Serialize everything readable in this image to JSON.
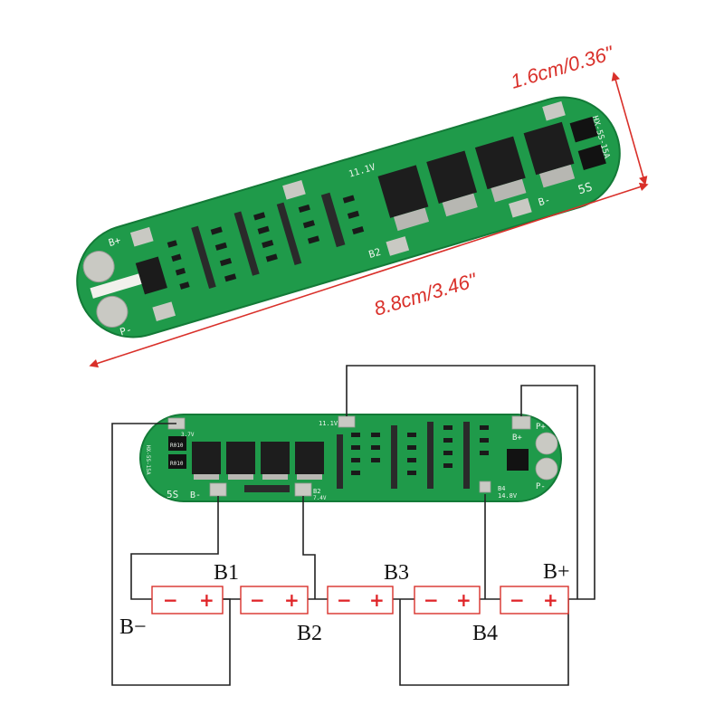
{
  "dimensions": {
    "width_label": "1.6cm/0.36\"",
    "length_label": "8.8cm/3.46\""
  },
  "board_silkscreen": {
    "model": "HX-5S-15A",
    "cell_count": "5S",
    "b_minus": "B-",
    "b_plus": "B+",
    "p_plus": "P+",
    "p_minus": "P-",
    "b2": "B2",
    "b4": "B4",
    "v_b2": "7.4V",
    "v_b3": "11.1V",
    "v_b4": "14.8V",
    "v_b1": "3.7V",
    "resistor": "R010"
  },
  "wiring": {
    "b_minus": "B−",
    "b1": "B1",
    "b2": "B2",
    "b3": "B3",
    "b4": "B4",
    "b_plus": "B+",
    "cell_minus": "−",
    "cell_plus": "+"
  },
  "colors": {
    "pcb": "#1f9a4a",
    "pcb_dark": "#137a37",
    "pad": "#c9c9c3",
    "dimension": "#d9302a",
    "cell_border": "#d9302a"
  }
}
